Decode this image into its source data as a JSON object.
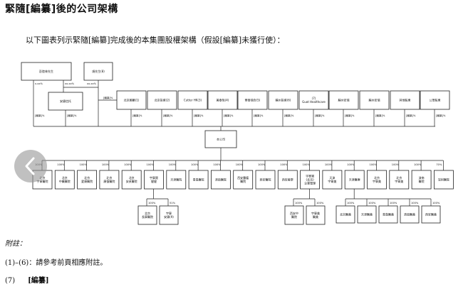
{
  "page_title": "緊隨[編纂]後的公司架構",
  "intro_text": "以下圖表列示緊隨[編纂]完成後的本集團股權架構（假設[編纂]未獲行使）：",
  "chart": {
    "shareholders": [
      {
        "id": "s1",
        "label": "彭陸林先生"
      },
      {
        "id": "s2",
        "label": "項先生(8)"
      },
      {
        "id": "s3",
        "label": "安捷信托"
      },
      {
        "id": "s4",
        "label": "北京國藥(1)"
      },
      {
        "id": "s5",
        "label": "北京投資(2)"
      },
      {
        "id": "s6",
        "label": "Cutter HK(3)"
      },
      {
        "id": "s7",
        "label": "美泰悅(4)"
      },
      {
        "id": "s8",
        "label": "華泰瑞合(5)"
      },
      {
        "id": "s9",
        "label": "蘇州投資(6)"
      },
      {
        "id": "s10",
        "label": "(7)\nGuot Healthcare"
      },
      {
        "id": "s11",
        "label": "蘇州安瑞"
      },
      {
        "id": "s12",
        "label": "蘇州安瑞"
      },
      {
        "id": "s13",
        "label": "其他股東"
      },
      {
        "id": "s14",
        "label": "公眾股東"
      }
    ],
    "shareholder_pcts": [
      "x.xx%",
      "xx.xx%",
      "xx.xx%",
      "[編纂]%",
      "[編纂]%",
      "[編纂]%",
      "[編纂]%",
      "[編纂]%",
      "[編纂]%",
      "[編纂]%",
      "[編纂]%",
      "[編纂]%",
      "[編纂]%",
      "[編纂]%",
      "[編纂]%",
      "[編纂]%"
    ],
    "company": "本公司",
    "subsidiaries": [
      {
        "label": "北京\n宇寧醫院"
      },
      {
        "label": "北京\n中醫醫院"
      },
      {
        "label": "北京\n愛康醫院"
      },
      {
        "label": "北京\n康復醫院"
      },
      {
        "label": "北京\n安貞醫院"
      },
      {
        "label": "宇寧實\n健健"
      },
      {
        "label": "天津醫院"
      },
      {
        "label": "青島醫院"
      },
      {
        "label": "濟南醫院"
      },
      {
        "label": "西安腫瘤\n醫院"
      },
      {
        "label": "西安醫院"
      },
      {
        "label": "西安美學"
      },
      {
        "label": "宇寧實\n(北京)\n企業管理"
      },
      {
        "label": "天津\n宇寧美"
      },
      {
        "label": "天津醫療"
      },
      {
        "label": "北京\n宇寧美"
      },
      {
        "label": "北京\n宇寧美"
      },
      {
        "label": "濟南\n醫院"
      },
      {
        "label": "深圳醫院"
      }
    ],
    "subsidiary_pcts": [
      "100%",
      "100%",
      "100%",
      "100%",
      "100%",
      "100%",
      "100%",
      "100%",
      "100%",
      "100%",
      "100%",
      "100%",
      "100%",
      "100%",
      "100%",
      "100%",
      "100%",
      "100%",
      "70%"
    ],
    "level3": [
      {
        "label": "北京\n長寧醫院"
      },
      {
        "label": "宇寧\n安康(9)"
      },
      {
        "label": "西安中\n醫院"
      },
      {
        "label": "宇寧美\n醫美"
      },
      {
        "label": "北京醫美"
      },
      {
        "label": "天津醫美"
      },
      {
        "label": "青島醫美"
      },
      {
        "label": "濟南醫美"
      },
      {
        "label": "西安醫美"
      }
    ],
    "level3_pcts": [
      "100%",
      "51%",
      "100%",
      "100%",
      "100%",
      "100%",
      "100%",
      "100%",
      "100%"
    ]
  },
  "notes": {
    "heading": "附註：",
    "note_1_to_6": "(1)–(6)：請參考前頁相應附註。",
    "note_7_label": "(7)",
    "note_7_value": "[編纂]"
  },
  "nav": {
    "icon": "chevron-left-icon"
  }
}
